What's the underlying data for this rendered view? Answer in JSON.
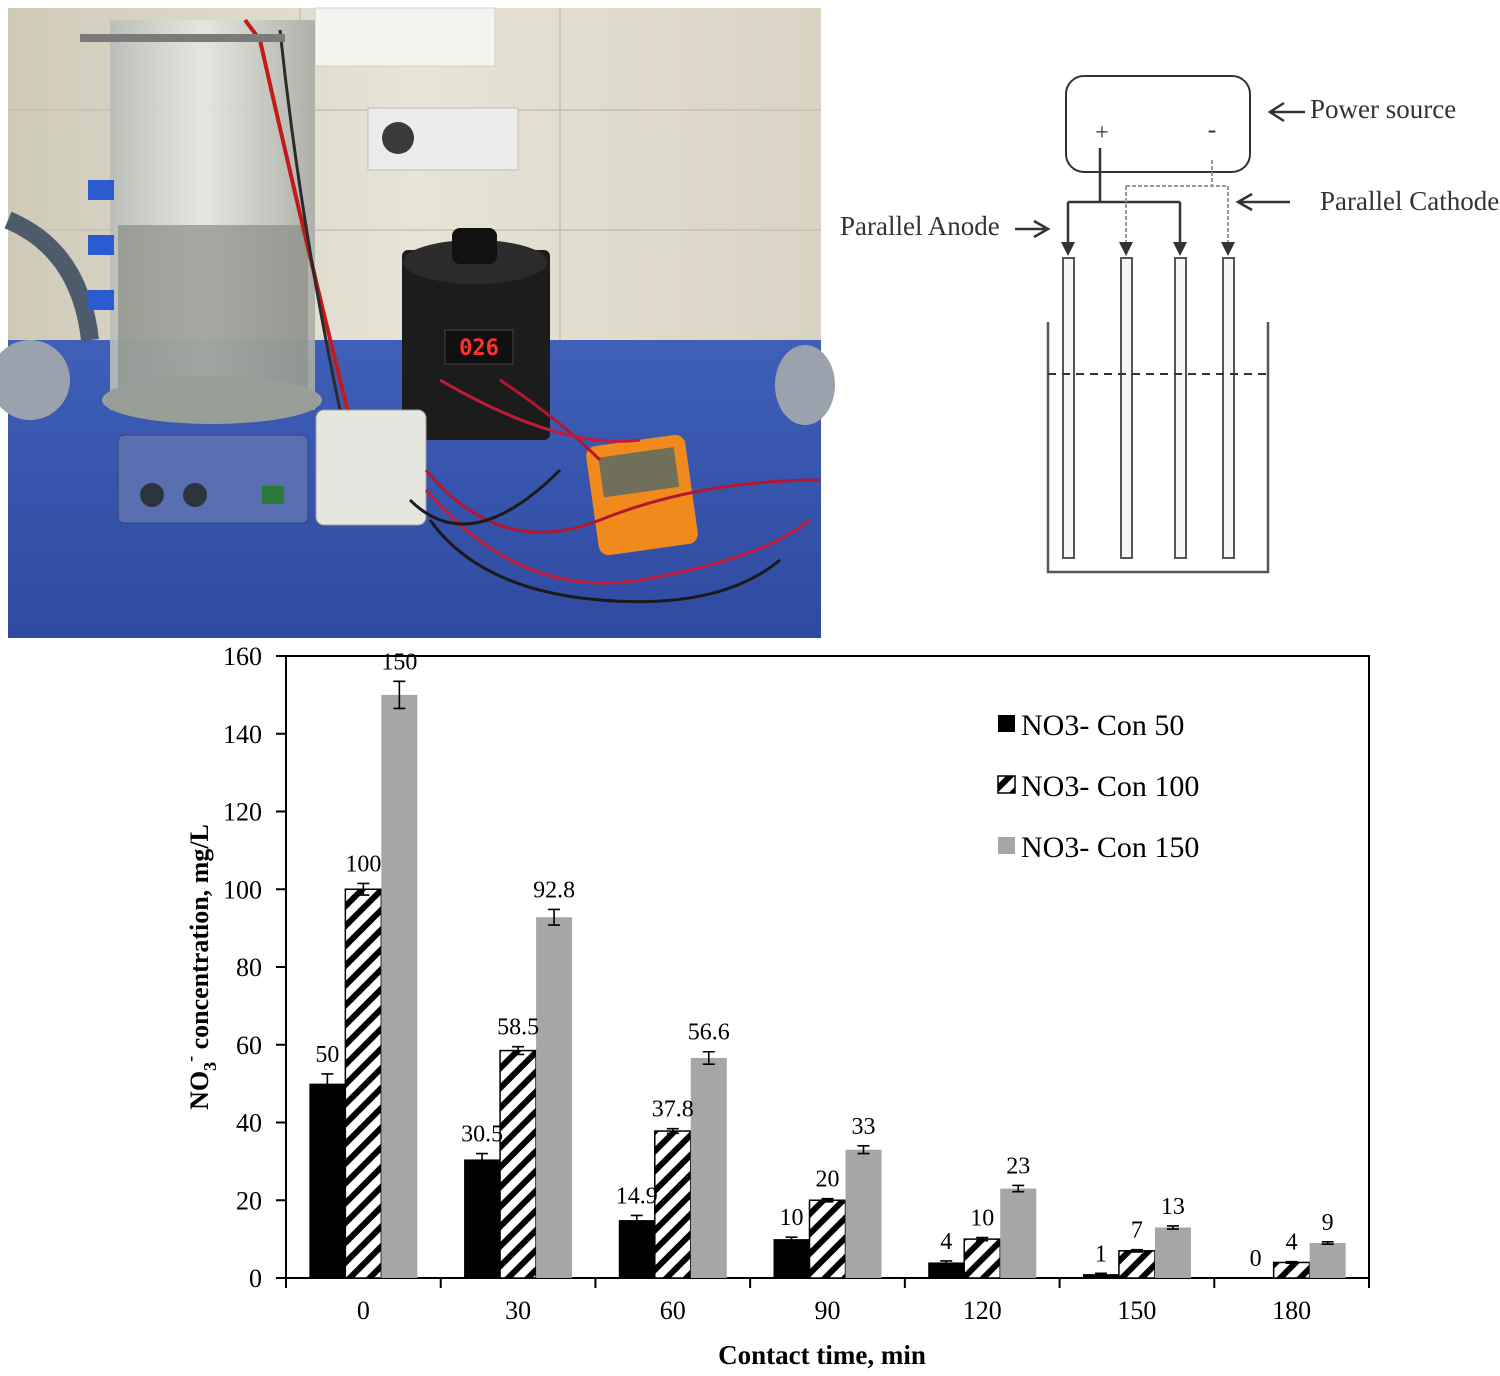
{
  "photo": {
    "display_reading": "026"
  },
  "schematic": {
    "power_source_label": "Power source",
    "plus_label": "+",
    "minus_label": "-",
    "anode_label": "Parallel Anode",
    "cathode_label": "Parallel Cathode"
  },
  "chart_data": {
    "type": "bar",
    "categories": [
      "0",
      "30",
      "60",
      "90",
      "120",
      "150",
      "180"
    ],
    "series": [
      {
        "name": "NO3- Con 50",
        "pattern": "solid-black",
        "color": "#000000",
        "values": [
          50,
          30.5,
          14.9,
          10,
          4,
          1,
          0
        ],
        "labels": [
          "50",
          "30.5",
          "14.9",
          "10",
          "4",
          "1",
          "0"
        ],
        "errors": [
          2.5,
          1.5,
          1.2,
          0.5,
          0.4,
          0.2,
          0
        ]
      },
      {
        "name": "NO3- Con 100",
        "pattern": "diagonal-hatch",
        "color": "#000000",
        "values": [
          100,
          58.5,
          37.8,
          20,
          10,
          7,
          4
        ],
        "labels": [
          "100",
          "58.5",
          "37.8",
          "20",
          "10",
          "7",
          "4"
        ],
        "errors": [
          1.5,
          1.0,
          0.6,
          0.4,
          0.4,
          0.3,
          0.2
        ]
      },
      {
        "name": "NO3- Con 150",
        "pattern": "solid-gray",
        "color": "#a6a6a6",
        "values": [
          150,
          92.8,
          56.6,
          33,
          23,
          13,
          9
        ],
        "labels": [
          "150",
          "92.8",
          "56.6",
          "33",
          "23",
          "13",
          "9"
        ],
        "errors": [
          3.5,
          2.0,
          1.6,
          1.0,
          0.8,
          0.4,
          0.3
        ]
      }
    ],
    "xlabel": "Contact  time, min",
    "ylabel_main": "NO",
    "ylabel_sub": "3",
    "ylabel_sup": "-",
    "ylabel_rest": " concentration,  mg/L",
    "ylim": [
      0,
      160
    ],
    "yticks": [
      0,
      20,
      40,
      60,
      80,
      100,
      120,
      140,
      160
    ],
    "legend_position": "top-right",
    "grid": false
  }
}
